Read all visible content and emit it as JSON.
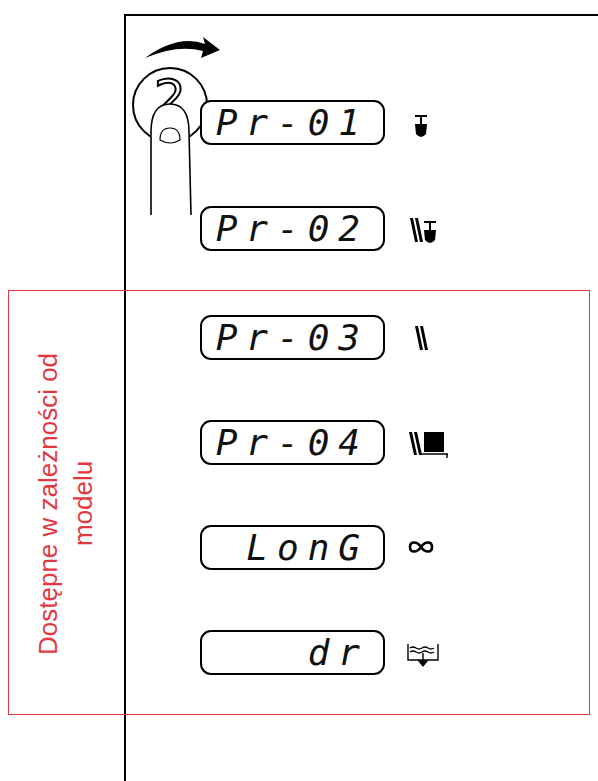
{
  "diagram": {
    "nodes": [
      {
        "text": [
          "2"
        ]
      },
      {
        "text": [
          "Pr-01"
        ]
      },
      {
        "text": [
          "Pr-02"
        ]
      },
      {
        "text": [
          "Dostępne w zależności od modelu"
        ]
      },
      {
        "text": [
          "Pr-03"
        ],
        "in": 3
      },
      {
        "text": [
          "Pr-04"
        ],
        "in": 3
      },
      {
        "text": [
          "LonG"
        ],
        "in": 3
      },
      {
        "text": [
          "dr"
        ],
        "in": 3
      }
    ]
  }
}
